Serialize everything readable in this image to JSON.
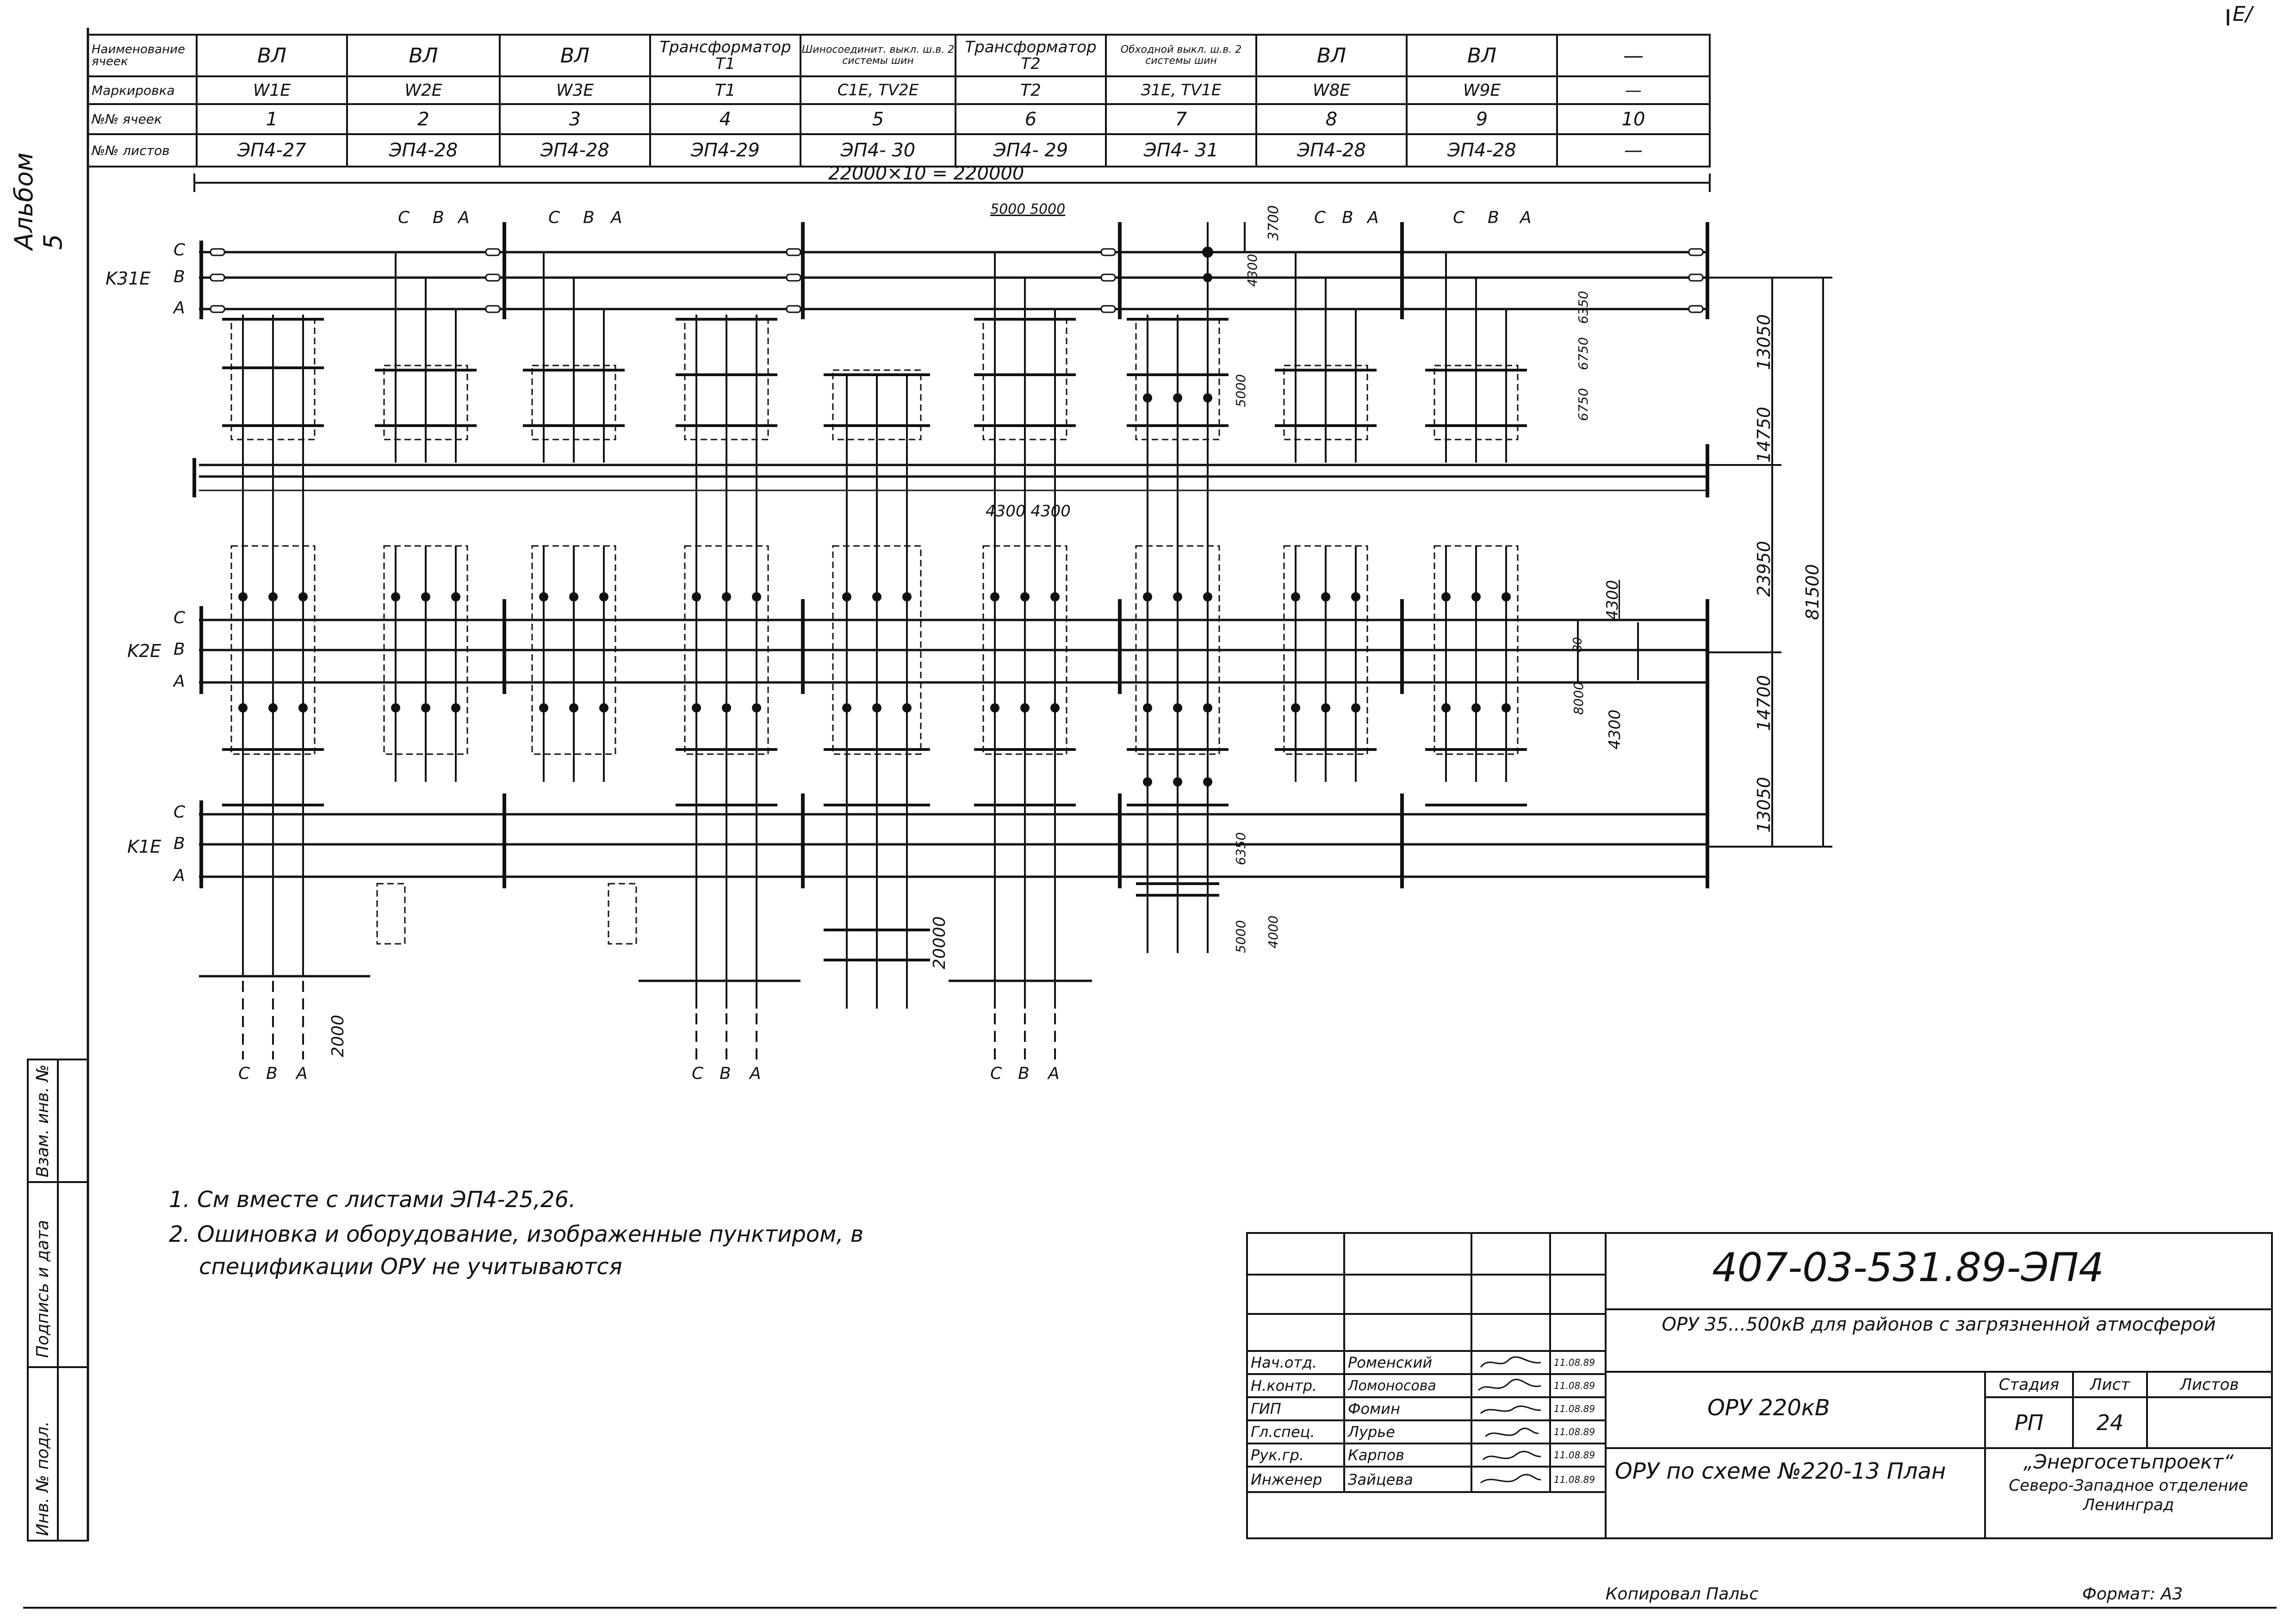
{
  "album_label": "Альбом 5",
  "corner_mark": "E/",
  "header_table": {
    "row_labels": [
      "Наименование ячеек",
      "Маркировка",
      "№№ ячеек",
      "№№ листов"
    ],
    "cells": [
      {
        "name": "ВЛ",
        "mark": "W1E",
        "num": "1",
        "sheet": "ЭП4-27"
      },
      {
        "name": "ВЛ",
        "mark": "W2E",
        "num": "2",
        "sheet": "ЭП4-28"
      },
      {
        "name": "ВЛ",
        "mark": "W3E",
        "num": "3",
        "sheet": "ЭП4-28"
      },
      {
        "name": "Трансформатор T1",
        "mark": "T1",
        "num": "4",
        "sheet": "ЭП4-29"
      },
      {
        "name": "Шиносоединит. выкл. ш.в. 2 системы шин",
        "mark": "C1E, TV2E",
        "num": "5",
        "sheet": "ЭП4- 30"
      },
      {
        "name": "Трансформатор T2",
        "mark": "T2",
        "num": "6",
        "sheet": "ЭП4- 29"
      },
      {
        "name": "Обходной выкл. ш.в. 2 системы шин",
        "mark": "З1E, TV1E",
        "num": "7",
        "sheet": "ЭП4- 31"
      },
      {
        "name": "ВЛ",
        "mark": "W8E",
        "num": "8",
        "sheet": "ЭП4-28"
      },
      {
        "name": "ВЛ",
        "mark": "W9E",
        "num": "9",
        "sheet": "ЭП4-28"
      },
      {
        "name": "—",
        "mark": "—",
        "num": "10",
        "sheet": "—"
      }
    ]
  },
  "dimensions": {
    "total_width": "22000×10 = 220000",
    "d5000_5000": "5000 5000",
    "d3700": "3700",
    "d4300_top": "4300",
    "d5000_mid": "5000",
    "d6350_top": "6350",
    "d6750_a": "6750",
    "d6750_b": "6750",
    "d13050_top": "13050",
    "d14750": "14750",
    "d23950": "23950",
    "d81500": "81500",
    "d4300_right": "4300",
    "d8000": "8000",
    "d4300_low": "4300",
    "d14700": "14700",
    "d13050_bot": "13050",
    "d4300_4300": "4300 4300",
    "d2000": "2000",
    "d20000": "20000",
    "d6350_bot": "6350",
    "d5000_bot": "5000",
    "d4000": "4000",
    "d80": "80"
  },
  "bus_labels": {
    "k3_name": "K31E",
    "k2_name": "K2E",
    "k1_name": "K1E",
    "c": "C",
    "b": "B",
    "a": "A"
  },
  "phase_labels": {
    "c": "C",
    "b": "B",
    "a": "A"
  },
  "notes": {
    "n1": "1. См вместе с листами ЭП4-25,26.",
    "n2": "2. Ошиновка и оборудование, изображенные пунктиром, в",
    "n2b": "спецификации ОРУ не учитываются"
  },
  "side_stamp": {
    "inv_podl": "Инв. № подл.",
    "podpis": "Подпись и дата",
    "vzam": "Взам. инв. №"
  },
  "title_block": {
    "code": "407-03-531.89-ЭП4",
    "project": "ОРУ 35...500кВ для районов с загрязненной атмосферой",
    "object": "ОРУ 220кВ",
    "sheet_title": "ОРУ по схеме №220-13 План",
    "stage_h": "Стадия",
    "sheet_h": "Лист",
    "sheets_h": "Листов",
    "stage": "РП",
    "sheet": "24",
    "sheets": "",
    "org": "„Энергосетьпроект“",
    "org_branch": "Северо-Западное отделение Ленинград",
    "roles": [
      {
        "role": "Нач.отд.",
        "name": "Роменский",
        "date": "11.08.89"
      },
      {
        "role": "Н.контр.",
        "name": "Ломоносова",
        "date": "11.08.89"
      },
      {
        "role": "ГИП",
        "name": "Фомин",
        "date": "11.08.89"
      },
      {
        "role": "Гл.спец.",
        "name": "Лурье",
        "date": "11.08.89"
      },
      {
        "role": "Рук.гр.",
        "name": "Карпов",
        "date": "11.08.89"
      },
      {
        "role": "Инженер",
        "name": "Зайцева",
        "date": "11.08.89"
      }
    ]
  },
  "footer": {
    "copied": "Копировал Пальс",
    "format": "Формат: А3"
  }
}
